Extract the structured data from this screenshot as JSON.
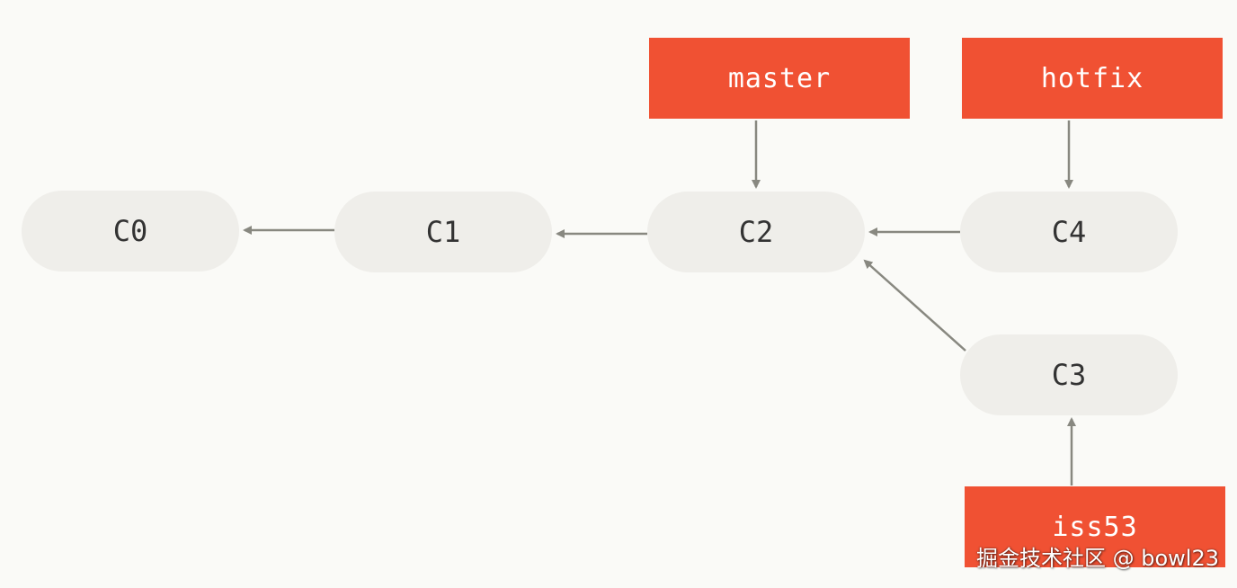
{
  "colors": {
    "background": "#fafaf7",
    "commit_fill": "#efeeea",
    "commit_text": "#333333",
    "branch_fill": "#f05133",
    "branch_text": "#ffffff",
    "arrow": "#888880"
  },
  "commits": {
    "c0": "C0",
    "c1": "C1",
    "c2": "C2",
    "c3": "C3",
    "c4": "C4"
  },
  "branches": {
    "master": "master",
    "hotfix": "hotfix",
    "iss53": "iss53"
  },
  "edges": [
    {
      "from": "C1",
      "to": "C0"
    },
    {
      "from": "C2",
      "to": "C1"
    },
    {
      "from": "C4",
      "to": "C2"
    },
    {
      "from": "C3",
      "to": "C2"
    },
    {
      "from": "master",
      "to": "C2"
    },
    {
      "from": "hotfix",
      "to": "C4"
    },
    {
      "from": "iss53",
      "to": "C3"
    }
  ],
  "watermark": "掘金技术社区 @ bowl23"
}
